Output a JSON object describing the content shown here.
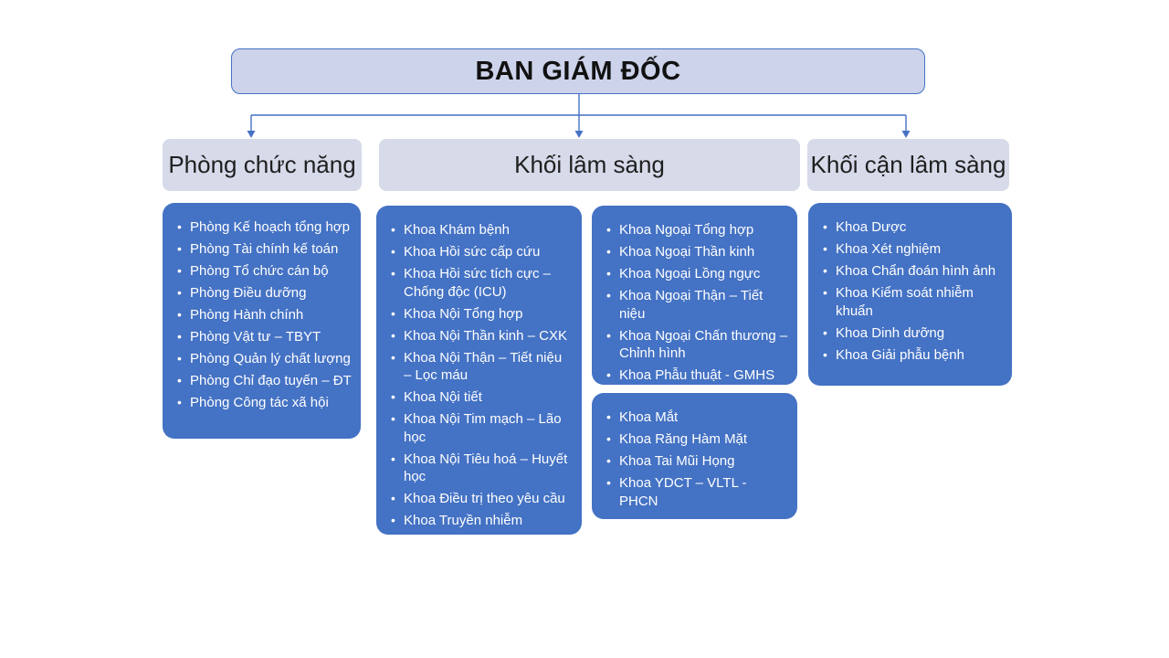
{
  "org_chart": {
    "root_label": "BAN GIÁM ĐỐC",
    "columns": [
      {
        "header": "Phòng chức năng",
        "boxes": [
          {
            "items": [
              "Phòng Kế hoạch tổng hợp",
              "Phòng Tài chính kế toán",
              "Phòng Tổ chức cán bộ",
              "Phòng Điều dưỡng",
              "Phòng Hành chính",
              "Phòng Vật tư – TBYT",
              "Phòng Quản lý chất lượng",
              "Phòng Chỉ đạo tuyến – ĐT",
              "Phòng Công tác xã hội"
            ]
          }
        ]
      },
      {
        "header": "Khối lâm sàng",
        "boxes": [
          {
            "items": [
              "Khoa Khám bệnh",
              "Khoa Hồi sức cấp cứu",
              "Khoa Hồi sức tích cực – Chống độc (ICU)",
              "Khoa Nội Tổng hợp",
              "Khoa Nội Thần kinh – CXK",
              "Khoa Nội Thận – Tiết niệu – Lọc máu",
              "Khoa Nội tiết",
              "Khoa Nội Tim mạch – Lão học",
              "Khoa Nội Tiêu hoá – Huyết học",
              "Khoa Điều trị theo yêu cầu",
              "Khoa Truyền nhiễm"
            ]
          },
          {
            "items": [
              "Khoa Ngoại Tổng hợp",
              "Khoa Ngoại Thần kinh",
              "Khoa Ngoại Lồng ngực",
              "Khoa Ngoại Thận – Tiết niệu",
              "Khoa Ngoại Chấn thương – Chỉnh hình",
              "Khoa Phẫu thuật - GMHS"
            ]
          },
          {
            "items": [
              "Khoa Mắt",
              "Khoa Răng Hàm Mặt",
              "Khoa Tai Mũi Họng",
              "Khoa YDCT – VLTL - PHCN"
            ]
          }
        ]
      },
      {
        "header": "Khối cận lâm sàng",
        "boxes": [
          {
            "items": [
              "Khoa Dược",
              "Khoa Xét nghiệm",
              "Khoa Chẩn đoán hình ảnh",
              "Khoa Kiểm soát nhiễm khuẩn",
              "Khoa Dinh dưỡng",
              "Khoa Giải phẫu bệnh"
            ]
          }
        ]
      }
    ]
  },
  "colors": {
    "accent_blue": "#4472C4",
    "root_fill": "#CCD3EA",
    "header_fill": "#D6DAE9",
    "item_text": "#FFFFFF",
    "title_text": "#111111",
    "header_text": "#1F1F1F"
  }
}
